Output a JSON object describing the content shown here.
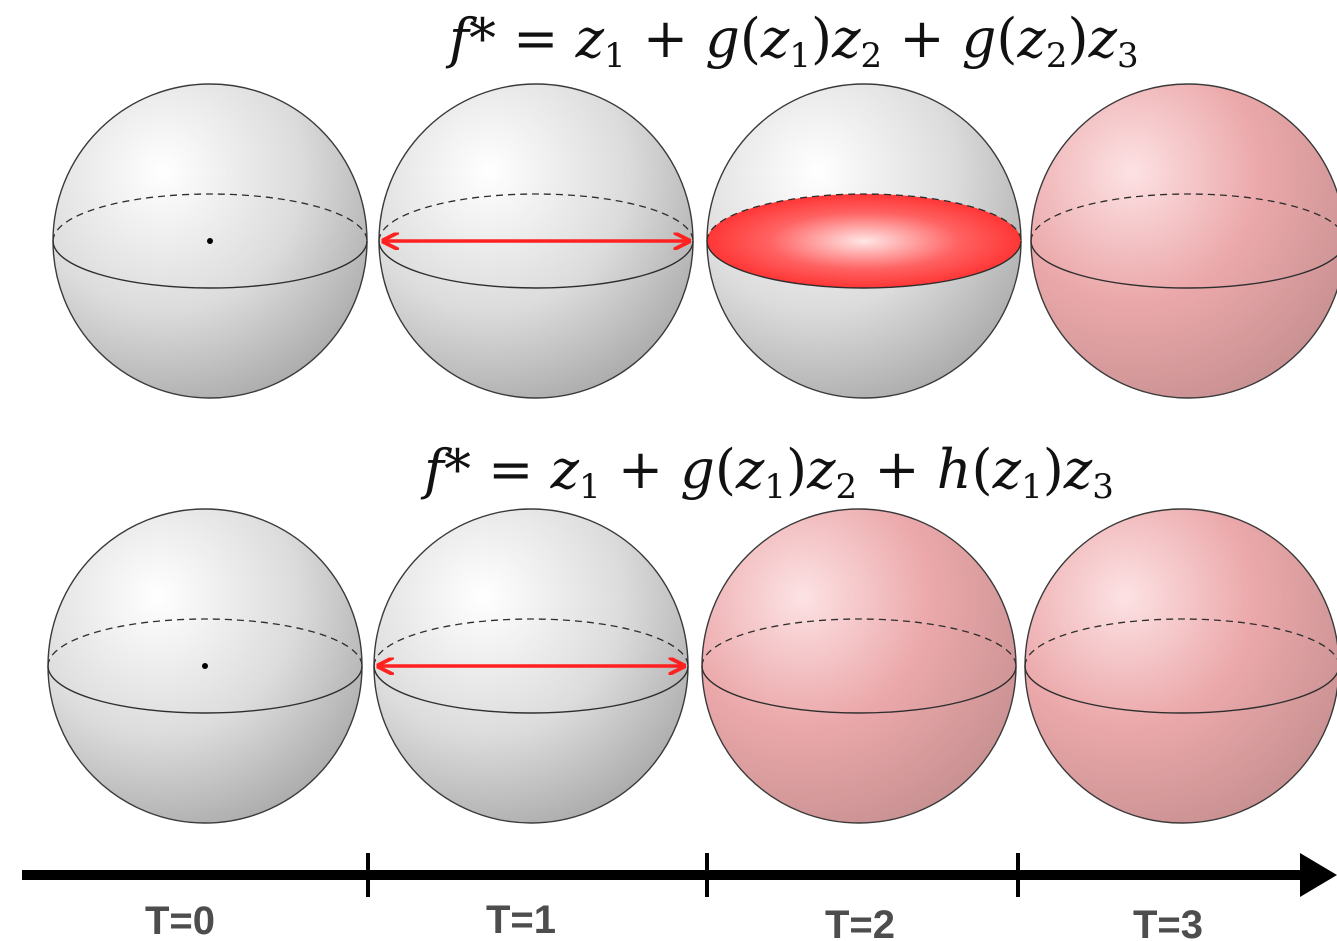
{
  "colors": {
    "sphere_gray": "#d7d7d7",
    "sphere_red": "#e8a0a0",
    "highlight_red": "#ff2020",
    "axis": "#000000",
    "label": "#4d4d4d"
  },
  "rows": [
    {
      "formula": {
        "f": "f",
        "star_eq": "* = ",
        "z1": "z",
        "s1": "1",
        "plus1": " + ",
        "g1": "g",
        "op1": "(",
        "z1b": "z",
        "s1b": "1",
        "cp1": ")",
        "z2": "z",
        "s2": "2",
        "plus2": " + ",
        "g2": "g",
        "op2": "(",
        "z2b": "z",
        "s2b": "2",
        "cp2": ")",
        "z3": "z",
        "s3": "3"
      },
      "spheres": [
        {
          "time": "T=0",
          "fill": "gray",
          "marker": "point"
        },
        {
          "time": "T=1",
          "fill": "gray",
          "marker": "diameter"
        },
        {
          "time": "T=2",
          "fill": "gray",
          "marker": "disk"
        },
        {
          "time": "T=3",
          "fill": "red",
          "marker": "none"
        }
      ]
    },
    {
      "formula": {
        "f": "f",
        "star_eq": "* = ",
        "z1": "z",
        "s1": "1",
        "plus1": " + ",
        "g1": "g",
        "op1": "(",
        "z1b": "z",
        "s1b": "1",
        "cp1": ")",
        "z2": "z",
        "s2": "2",
        "plus2": " + ",
        "g2": "h",
        "op2": "(",
        "z2b": "z",
        "s2b": "1",
        "cp2": ")",
        "z3": "z",
        "s3": "3"
      },
      "spheres": [
        {
          "time": "T=0",
          "fill": "gray",
          "marker": "point"
        },
        {
          "time": "T=1",
          "fill": "gray",
          "marker": "diameter"
        },
        {
          "time": "T=2",
          "fill": "red",
          "marker": "none"
        },
        {
          "time": "T=3",
          "fill": "red",
          "marker": "none"
        }
      ]
    }
  ],
  "timeline": {
    "labels": [
      "T=0",
      "T=1",
      "T=2",
      "T=3"
    ]
  }
}
